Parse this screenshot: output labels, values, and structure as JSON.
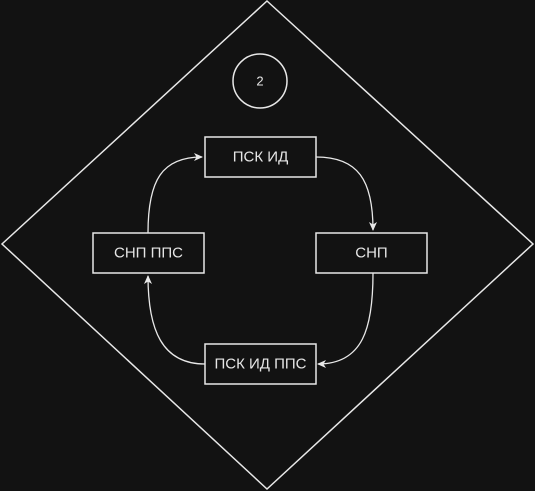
{
  "badge": {
    "label": "2"
  },
  "nodes": {
    "top": {
      "label": "ПСК ИД"
    },
    "right": {
      "label": "СНП"
    },
    "bottom": {
      "label": "ПСК ИД ППС"
    },
    "left": {
      "label": "СНП ППС"
    }
  },
  "colors": {
    "background": "#121212",
    "stroke": "#e8e8e8",
    "text": "#e6e6e6"
  }
}
